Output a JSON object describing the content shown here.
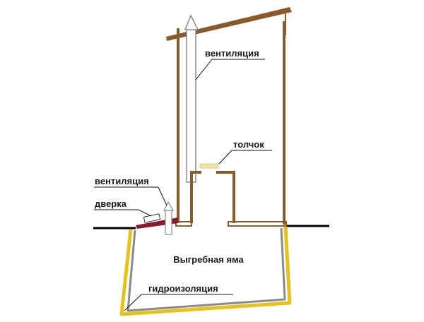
{
  "labels": {
    "ventilation_top": "вентиляция",
    "toilet_seat": "толчок",
    "ventilation_bottom": "вентиляция",
    "hatch": "дверка",
    "cesspit": "Выгребная яма",
    "waterproofing": "гидроизоляция"
  },
  "colors": {
    "wood": "#8B5A2B",
    "ground": "#000000",
    "pit_wall": "#8a8a8a",
    "waterproofing": "#e6c21a",
    "pipe": "#888888",
    "seat": "#f3e3a8",
    "hatch": "#8b1a2a",
    "leader": "#111111"
  }
}
